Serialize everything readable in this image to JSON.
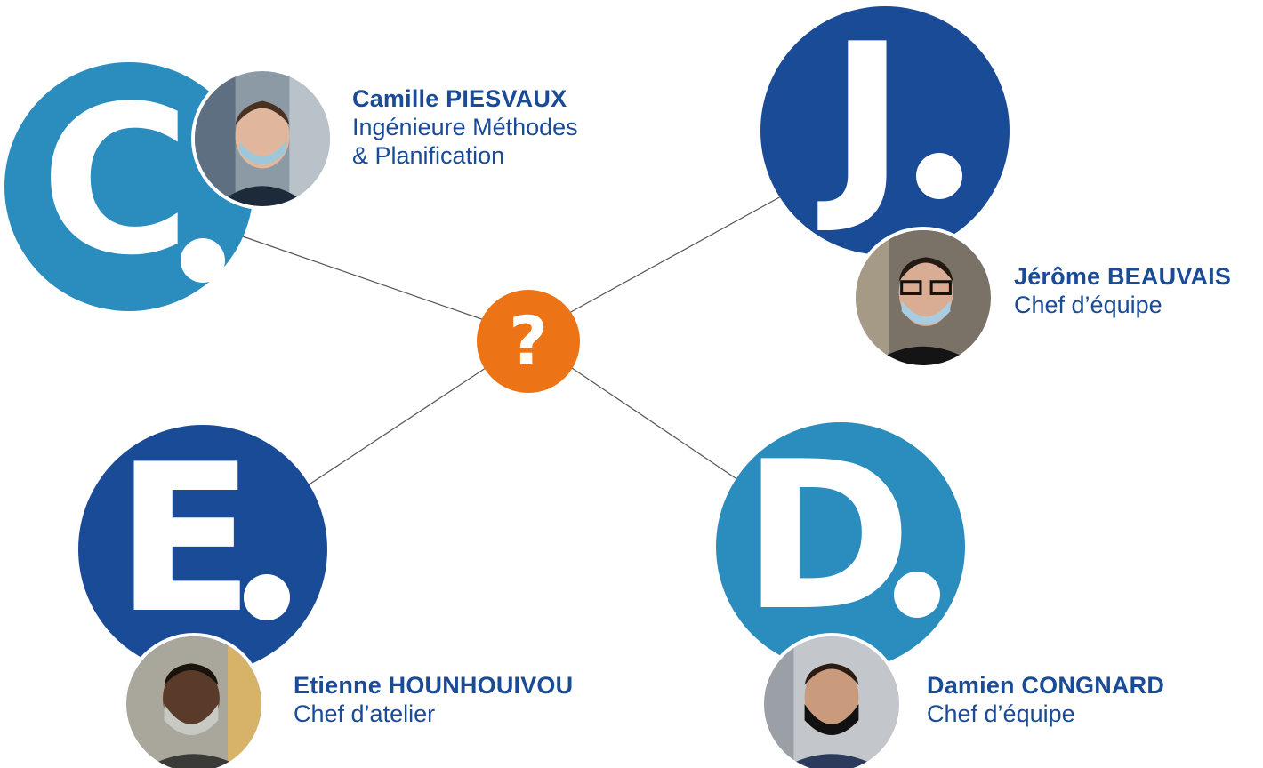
{
  "colors": {
    "dark_blue": "#1a4b96",
    "light_blue": "#2b8cbe",
    "orange": "#ec7316",
    "text": "#1a4b96"
  },
  "center": {
    "symbol": "?",
    "color": "#ec7316"
  },
  "people": [
    {
      "initial": "C",
      "name": "Camille PIESVAUX",
      "role_line1": "Ingénieure Méthodes",
      "role_line2": "& Planification",
      "circle_color": "#2b8cbe"
    },
    {
      "initial": "J",
      "name": "Jérôme BEAUVAIS",
      "role_line1": "Chef d’équipe",
      "role_line2": "",
      "circle_color": "#1a4b96"
    },
    {
      "initial": "E",
      "name": "Etienne HOUNHOUIVOU",
      "role_line1": "Chef d’atelier",
      "role_line2": "",
      "circle_color": "#1a4b96"
    },
    {
      "initial": "D",
      "name": "Damien CONGNARD",
      "role_line1": "Chef d’équipe",
      "role_line2": "",
      "circle_color": "#2b8cbe"
    }
  ]
}
